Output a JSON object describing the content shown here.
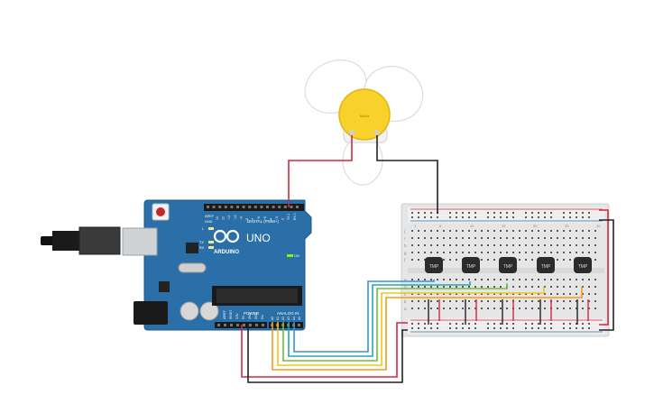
{
  "arduino": {
    "brand": "ARDUINO",
    "model": "UNO",
    "digital_header": "DIGITAL (PWM~)",
    "power_header": "POWER",
    "analog_header": "ANALOG IN",
    "on_label": "ON",
    "led_l": "L",
    "led_tx": "TX",
    "led_rx": "RX",
    "aref": "AREF",
    "gnd": "GND",
    "digital_pins": [
      "13",
      "12",
      "~11",
      "~10",
      "~9",
      "8",
      "7",
      "~6",
      "~5",
      "4",
      "~3",
      "2",
      "TX 1",
      "RX 0"
    ],
    "power_pins": [
      "IOREF",
      "RESET",
      "3.3V",
      "5V",
      "GND",
      "GND",
      "Vin"
    ],
    "analog_pins": [
      "A0",
      "A1",
      "A2",
      "A3",
      "A4",
      "A5"
    ]
  },
  "motor": {
    "label": "Motor"
  },
  "sensors": [
    {
      "label": "TMP"
    },
    {
      "label": "TMP"
    },
    {
      "label": "TMP"
    },
    {
      "label": "TMP"
    },
    {
      "label": "TMP"
    }
  ],
  "breadboard": {
    "row_letters": [
      "a",
      "b",
      "c",
      "d",
      "e",
      "f",
      "g",
      "h",
      "i",
      "j"
    ],
    "col_numbers": [
      "1",
      "5",
      "10",
      "15",
      "20",
      "25",
      "30"
    ]
  },
  "colors": {
    "board": "#2a6fa8",
    "breadboard": "#e6e6e6",
    "wire_red": "#d7263d",
    "wire_black": "#222222",
    "wire_orange": "#f29a1b",
    "wire_yellow": "#f2c21b",
    "wire_green": "#6bbf3a",
    "wire_teal": "#22a6b8",
    "wire_blue": "#3a8fd8",
    "motor_body": "#f8d12a"
  }
}
